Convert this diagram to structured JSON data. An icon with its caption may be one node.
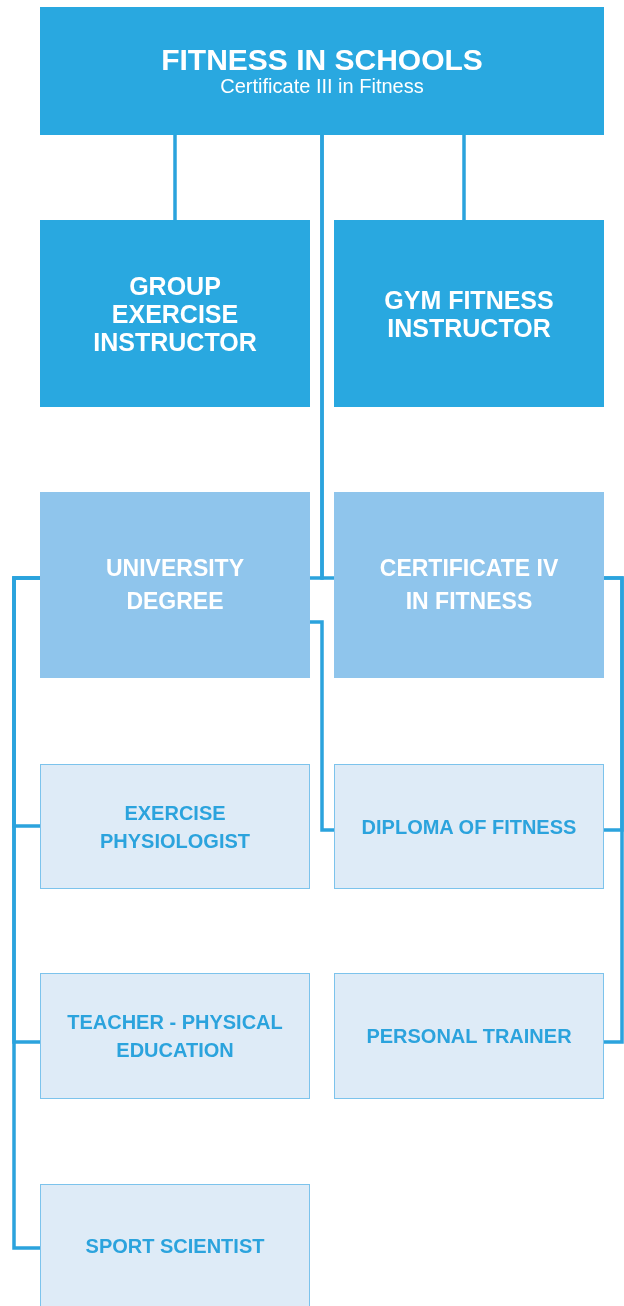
{
  "diagram": {
    "nodes": [
      {
        "text": [
          "FITNESS IN SCHOOLS",
          "Certificate III in Fitness"
        ]
      },
      {
        "text": [
          "GROUP EXERCISE INSTRUCTOR"
        ]
      },
      {
        "text": [
          "GYM FITNESS INSTRUCTOR"
        ]
      },
      {
        "text": [
          "UNIVERSITY DEGREE"
        ]
      },
      {
        "text": [
          "CERTIFICATE IV IN FITNESS"
        ]
      },
      {
        "text": [
          "EXERCISE PHYSIOLOGIST"
        ]
      },
      {
        "text": [
          "DIPLOMA OF FITNESS"
        ]
      },
      {
        "text": [
          "TEACHER - PHYSICAL EDUCATION"
        ]
      },
      {
        "text": [
          "PERSONAL TRAINER"
        ]
      },
      {
        "text": [
          "SPORT SCIENTIST"
        ]
      }
    ],
    "edges": [
      {
        "from": 0,
        "to": 1,
        "arrow": "none"
      },
      {
        "from": 0,
        "to": 2,
        "arrow": "none"
      },
      {
        "from": 0,
        "to": 3,
        "arrow": "none"
      },
      {
        "from": 0,
        "to": 4,
        "arrow": "none"
      },
      {
        "from": 3,
        "to": 5,
        "arrow": "none"
      },
      {
        "from": 3,
        "to": 7,
        "arrow": "none"
      },
      {
        "from": 3,
        "to": 9,
        "arrow": "none"
      },
      {
        "from": 3,
        "to": 6,
        "arrow": "none"
      },
      {
        "from": 4,
        "to": 6,
        "arrow": "none"
      },
      {
        "from": 4,
        "to": 8,
        "arrow": "none"
      }
    ]
  }
}
